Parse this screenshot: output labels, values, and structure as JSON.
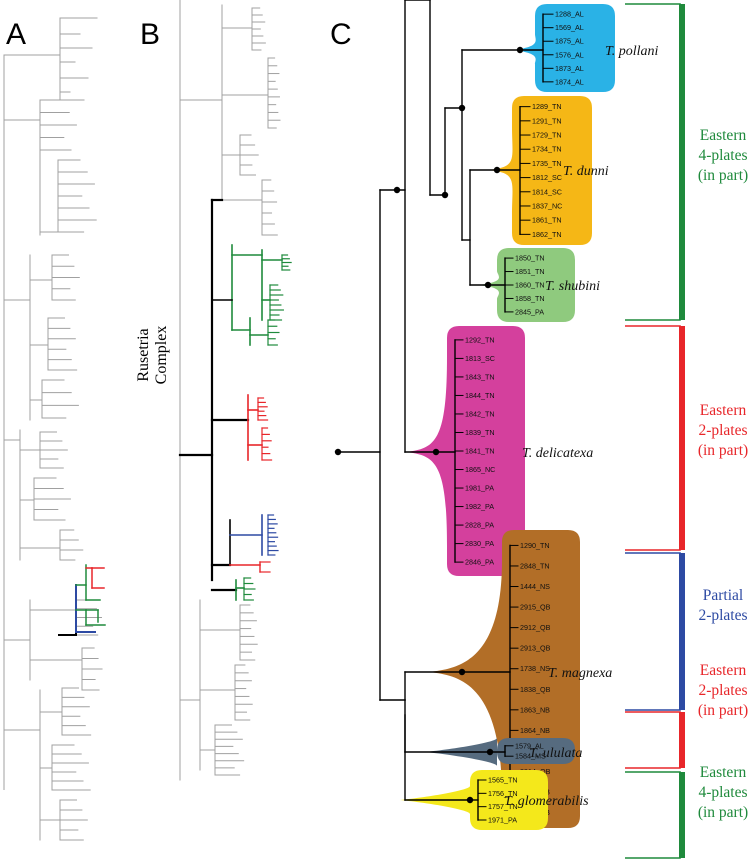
{
  "panels": {
    "a": "A",
    "b": "B",
    "c": "C"
  },
  "complex_label": [
    "Rusetria",
    "Complex"
  ],
  "colors": {
    "green": "#1f8a3c",
    "red": "#e8262a",
    "blue": "#2d4aa3",
    "gray": "#a0a0a0",
    "black": "#000000",
    "pollani": "#2ab2e6",
    "dunni": "#f5b716",
    "shubini": "#8fca7e",
    "delicatexa": "#d4409d",
    "magnexa": "#b26e27",
    "ululata": "#566b7f",
    "glomerabilis": "#f4e81b"
  },
  "clades": [
    {
      "key": "pollani",
      "name": "T. pollani",
      "tips": [
        "1288_AL",
        "1569_AL",
        "1875_AL",
        "1576_AL",
        "1873_AL",
        "1874_AL"
      ]
    },
    {
      "key": "dunni",
      "name": "T. dunni",
      "tips": [
        "1289_TN",
        "1291_TN",
        "1729_TN",
        "1734_TN",
        "1735_TN",
        "1812_SC",
        "1814_SC",
        "1837_NC",
        "1861_TN",
        "1862_TN"
      ]
    },
    {
      "key": "shubini",
      "name": "T. shubini",
      "tips": [
        "1850_TN",
        "1851_TN",
        "1860_TN",
        "1858_TN",
        "2845_PA"
      ]
    },
    {
      "key": "delicatexa",
      "name": "T. delicatexa",
      "tips": [
        "1292_TN",
        "1813_SC",
        "1843_TN",
        "1844_TN",
        "1842_TN",
        "1839_TN",
        "1841_TN",
        "1865_NC",
        "1981_PA",
        "1982_PA",
        "2828_PA",
        "2830_PA",
        "2846_PA"
      ]
    },
    {
      "key": "magnexa",
      "name": "T. magnexa",
      "tips": [
        "1290_TN",
        "2848_TN",
        "1444_NS",
        "2915_QB",
        "2912_QB",
        "2913_QB",
        "1738_NS",
        "1838_QB",
        "1863_NB",
        "1864_NB",
        "1972_OH",
        "2914_QB",
        "1870_NB",
        "1871_NB"
      ]
    },
    {
      "key": "ululata",
      "name": "T. ululata",
      "tips": [
        "1579_AL",
        "1584_MS"
      ]
    },
    {
      "key": "glomerabilis",
      "name": "T. glomerabilis",
      "tips": [
        "1565_TN",
        "1756_TN",
        "1757_TN",
        "1971_PA"
      ]
    }
  ],
  "groups": [
    {
      "lines": [
        "Eastern",
        "4-plates",
        "(in part)"
      ],
      "color": "green"
    },
    {
      "lines": [
        "Eastern",
        "2-plates",
        "(in part)"
      ],
      "color": "red"
    },
    {
      "lines": [
        "Partial",
        "2-plates"
      ],
      "color": "blue"
    },
    {
      "lines": [
        "Eastern",
        "2-plates",
        "(in part)"
      ],
      "color": "red"
    },
    {
      "lines": [
        "Eastern",
        "4-plates",
        "(in part)"
      ],
      "color": "green"
    }
  ]
}
